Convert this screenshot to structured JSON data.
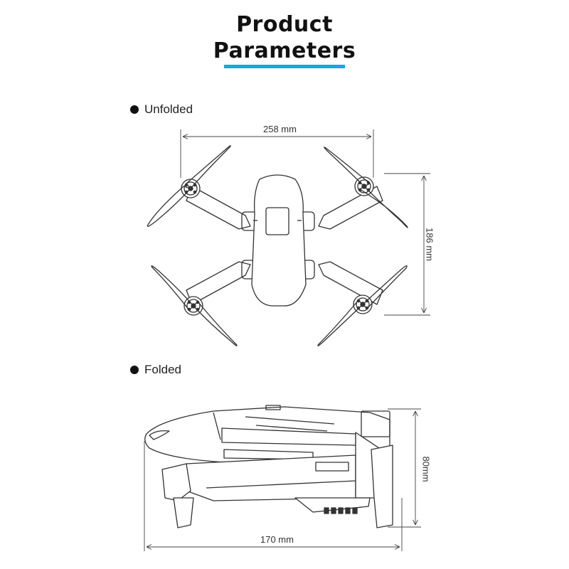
{
  "header": {
    "title_line1": "Product",
    "title_line2": "Parameters",
    "accent_color": "#12a9e0"
  },
  "unfolded": {
    "label": "Unfolded",
    "width_label": "258 mm",
    "height_label": "186 mm"
  },
  "folded": {
    "label": "Folded",
    "length_label": "170 mm",
    "height_label": "80mm"
  }
}
